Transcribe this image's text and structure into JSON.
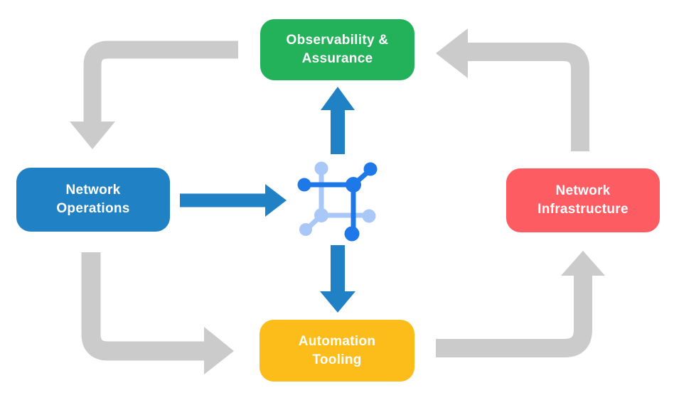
{
  "diagram": {
    "nodes": [
      {
        "id": "observability-assurance",
        "line1": "Observability &",
        "line2": "Assurance",
        "color": "#23B25A"
      },
      {
        "id": "network-operations",
        "line1": "Network",
        "line2": "Operations",
        "color": "#2082C5"
      },
      {
        "id": "network-infrastructure",
        "line1": "Network",
        "line2": "Infrastructure",
        "color": "#FD5C63"
      },
      {
        "id": "automation-tooling",
        "line1": "Automation",
        "line2": "Tooling",
        "color": "#FCBD1B"
      }
    ],
    "center_icon": "network-mesh-icon",
    "colors": {
      "connector_gray": "#CBCBCB",
      "connector_blue": "#2082C5",
      "icon_blue_dark": "#1E78E8",
      "icon_blue_light": "#A9C8F8",
      "label_text": "#FFFFFF",
      "background": "#FFFFFF"
    },
    "flows": [
      {
        "from": "observability-assurance",
        "to": "network-operations",
        "connector": "gray-elbow"
      },
      {
        "from": "network-operations",
        "to": "center-icon",
        "connector": "blue-straight"
      },
      {
        "from": "center-icon",
        "to": "observability-assurance",
        "connector": "blue-straight"
      },
      {
        "from": "center-icon",
        "to": "automation-tooling",
        "connector": "blue-straight"
      },
      {
        "from": "network-operations",
        "to": "automation-tooling",
        "connector": "gray-elbow"
      },
      {
        "from": "automation-tooling",
        "to": "network-infrastructure",
        "connector": "gray-elbow"
      },
      {
        "from": "network-infrastructure",
        "to": "observability-assurance",
        "connector": "gray-elbow"
      }
    ]
  }
}
